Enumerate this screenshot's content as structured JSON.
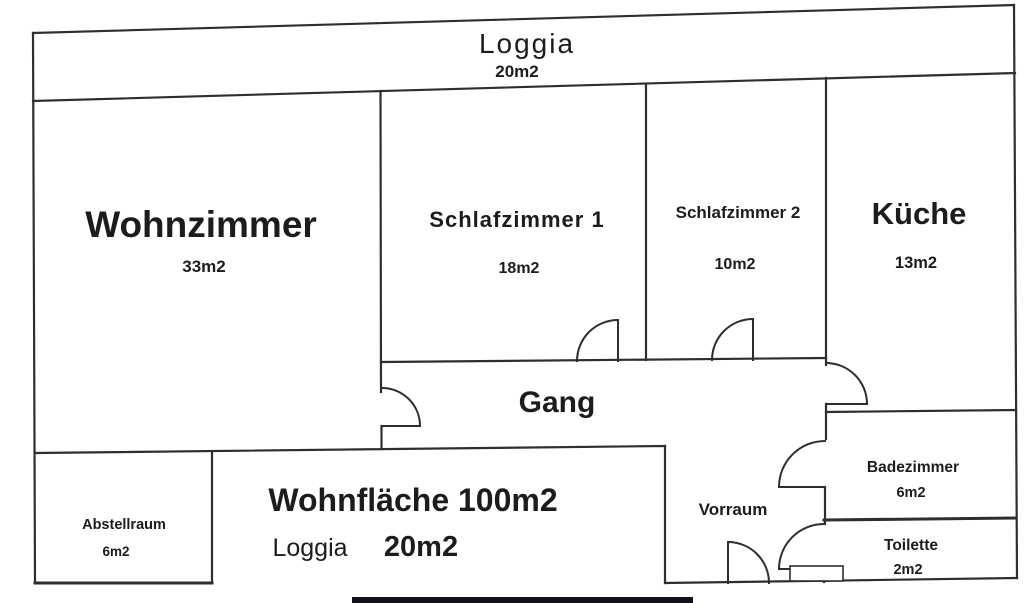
{
  "plan": {
    "rooms": [
      {
        "id": "loggia",
        "label": "Loggia",
        "area": "20m2"
      },
      {
        "id": "wohnzimmer",
        "label": "Wohnzimmer",
        "area": "33m2"
      },
      {
        "id": "schlafzimmer1",
        "label": "Schlafzimmer 1",
        "area": "18m2"
      },
      {
        "id": "schlafzimmer2",
        "label": "Schlafzimmer 2",
        "area": "10m2"
      },
      {
        "id": "kueche",
        "label": "Küche",
        "area": "13m2"
      },
      {
        "id": "gang",
        "label": "Gang",
        "area": ""
      },
      {
        "id": "abstellraum",
        "label": "Abstellraum",
        "area": "6m2"
      },
      {
        "id": "vorraum",
        "label": "Vorraum",
        "area": ""
      },
      {
        "id": "badezimmer",
        "label": "Badezimmer",
        "area": "6m2"
      },
      {
        "id": "toilette",
        "label": "Toilette",
        "area": "2m2"
      }
    ],
    "summary": {
      "wohnflaeche_label": "Wohnfläche 100m2",
      "loggia_label": "Loggia",
      "loggia_value": "20m2"
    },
    "colors": {
      "wall": "#2e2e2e",
      "text": "#1c1c1c",
      "background": "#ffffff",
      "bottom_bar": "#12131a"
    }
  }
}
